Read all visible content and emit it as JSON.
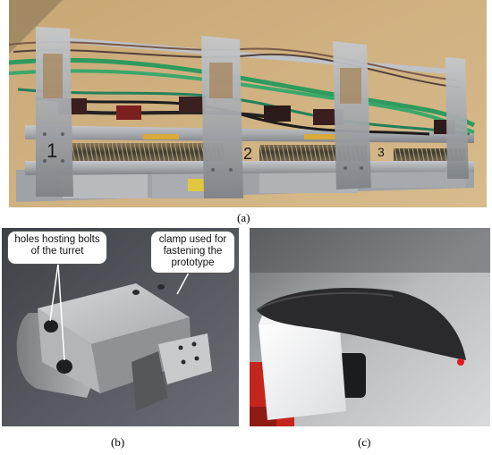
{
  "figure": {
    "panels": [
      {
        "id": "a",
        "caption": "(a)",
        "board_numbers": [
          "1",
          "2",
          "3"
        ]
      },
      {
        "id": "b",
        "caption": "(b)",
        "callouts": {
          "holes": "holes hosting bolts of the turret",
          "clamp": "clamp used for fastening the prototype"
        }
      },
      {
        "id": "c",
        "caption": "(c)"
      }
    ]
  }
}
